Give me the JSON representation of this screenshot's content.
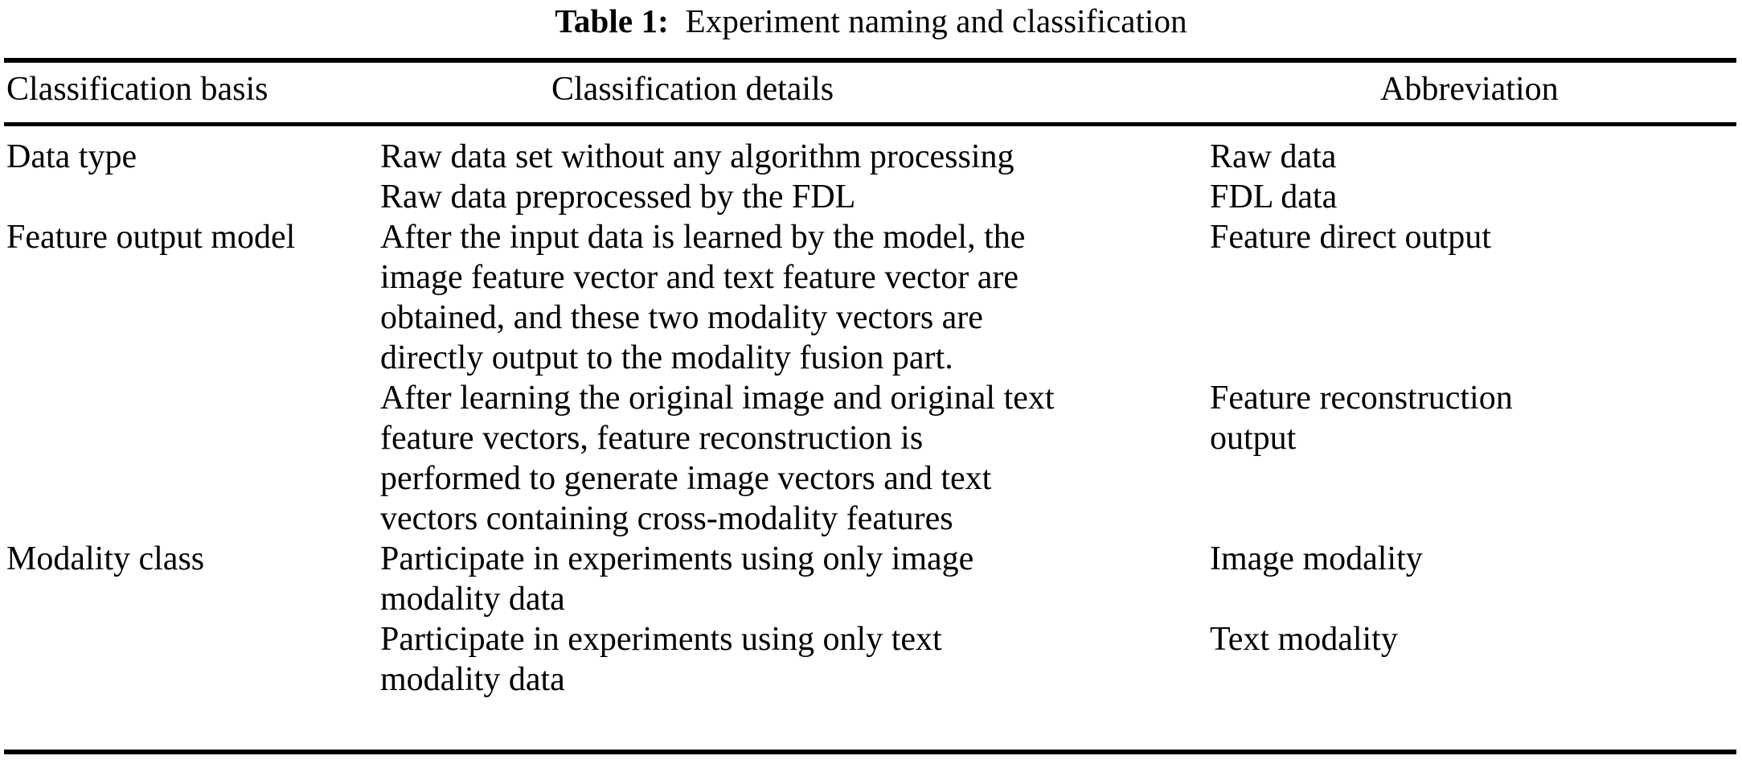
{
  "caption": {
    "label": "Table 1:",
    "text": "Experiment naming and classification"
  },
  "table": {
    "columns": [
      {
        "key": "basis",
        "header": "Classification basis"
      },
      {
        "key": "details",
        "header": "Classification details"
      },
      {
        "key": "abbr",
        "header": "Abbreviation"
      }
    ],
    "rows": [
      {
        "basis": "Data type",
        "details_lines": [
          "Raw data set without any algorithm processing"
        ],
        "abbr_lines": [
          "Raw data"
        ]
      },
      {
        "basis": "",
        "details_lines": [
          "Raw data preprocessed by the FDL"
        ],
        "abbr_lines": [
          "FDL data"
        ]
      },
      {
        "basis": "Feature output model",
        "details_lines": [
          "After the input data is learned by the model, the",
          "image feature vector and text feature vector are",
          "obtained, and these two modality vectors are",
          "directly output to the modality fusion part."
        ],
        "abbr_lines": [
          "Feature direct output"
        ]
      },
      {
        "basis": "",
        "details_lines": [
          "After learning the original image and original text",
          "feature vectors, feature reconstruction is",
          "performed to generate image vectors and text",
          "vectors containing cross-modality features"
        ],
        "abbr_lines": [
          "Feature reconstruction",
          "output"
        ]
      },
      {
        "basis": "Modality class",
        "details_lines": [
          "Participate in experiments using only image",
          "modality data"
        ],
        "abbr_lines": [
          "Image modality"
        ]
      },
      {
        "basis": "",
        "details_lines": [
          "Participate in experiments using only text",
          "modality data"
        ],
        "abbr_lines": [
          "Text modality"
        ]
      }
    ]
  }
}
